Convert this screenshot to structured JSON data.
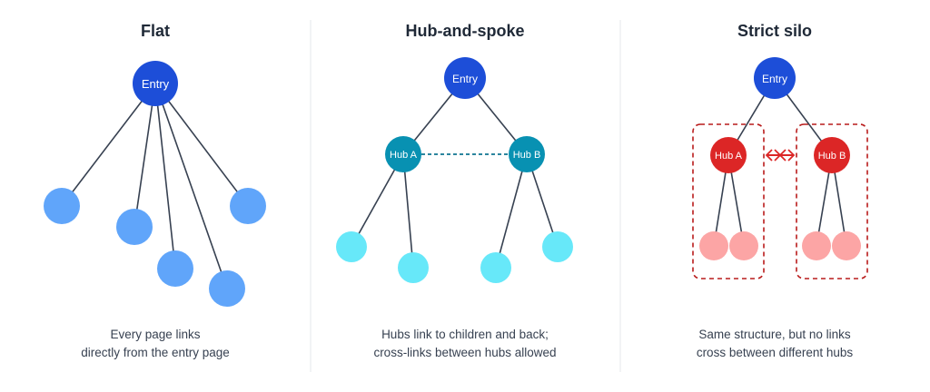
{
  "panels": [
    {
      "title": "Flat",
      "caption_line1": "Every page links",
      "caption_line2": "directly from the entry page",
      "entry_label": "Entry"
    },
    {
      "title": "Hub-and-spoke",
      "caption_line1": "Hubs link to children and back;",
      "caption_line2": "cross-links between hubs allowed",
      "entry_label": "Entry",
      "hub_a_label": "Hub A",
      "hub_b_label": "Hub B"
    },
    {
      "title": "Strict silo",
      "caption_line1": "Same structure, but no links",
      "caption_line2": "cross between different hubs",
      "entry_label": "Entry",
      "hub_a_label": "Hub A",
      "hub_b_label": "Hub B"
    }
  ],
  "colors": {
    "entry": "#1d4ed8",
    "flat_leaf": "#60a5fa",
    "hub_teal": "#0891b2",
    "leaf_cyan": "#67e8f9",
    "silo_hub": "#dc2626",
    "silo_leaf": "#fca5a5",
    "silo_border": "#b91c1c",
    "edge": "#374151",
    "divider": "#e5e7eb"
  }
}
